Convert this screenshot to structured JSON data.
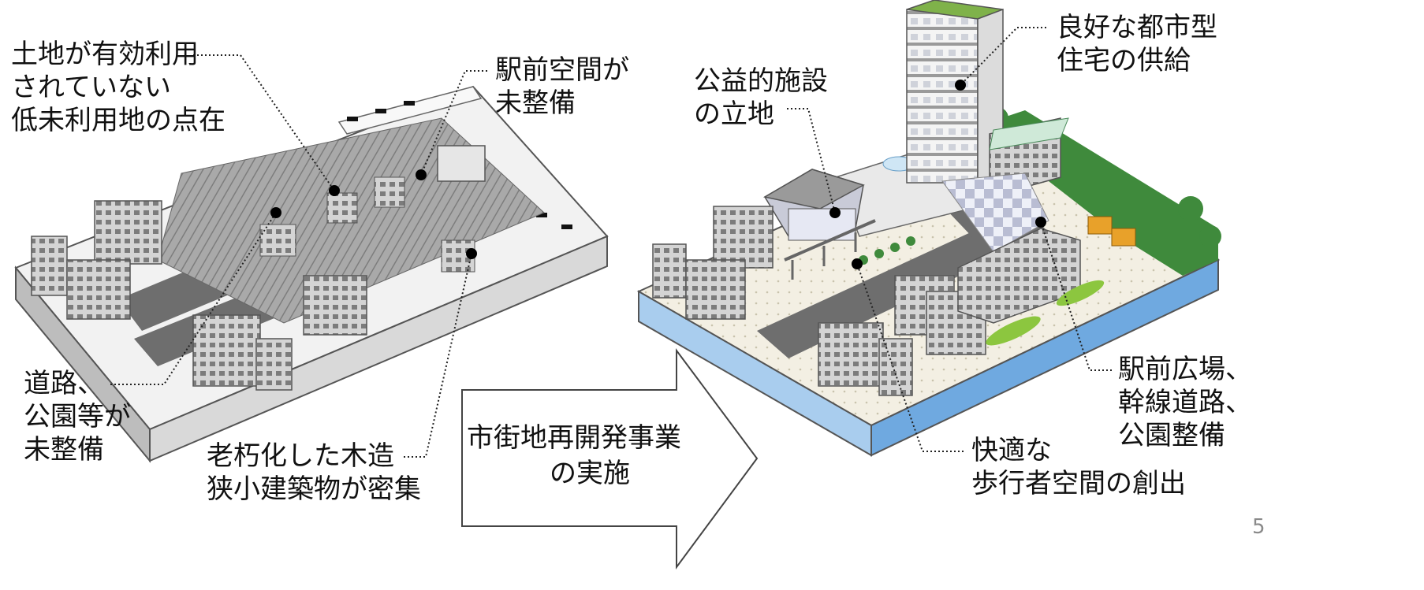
{
  "labels": {
    "left_vacant_land": [
      "土地が有効利用",
      "されていない",
      "低未利用地の点在"
    ],
    "left_station_space": [
      "駅前空間が",
      "未整備"
    ],
    "left_roads_parks": [
      "道路、",
      "公園等が",
      "未整備"
    ],
    "left_wooden_buildings": [
      "老朽化した木造",
      "狭小建築物が密集"
    ],
    "right_public_facility": [
      "公益的施設",
      "の立地"
    ],
    "right_housing": [
      "良好な都市型",
      "住宅の供給"
    ],
    "right_plaza": [
      "駅前広場、",
      "幹線道路、",
      "公園整備"
    ],
    "right_pedestrian": [
      "快適な",
      "歩行者空間の創出"
    ]
  },
  "arrow": {
    "lines": [
      "市街地再開発事業",
      "の実施"
    ]
  },
  "page_number": "5",
  "colors": {
    "building_gray": "#b9b9b9",
    "road": "#6e6e6e",
    "water_edge": "#6fa9e0",
    "trees": "#3f8a3c",
    "grass": "#8cc63f",
    "roof_green": "#7fb24a"
  }
}
